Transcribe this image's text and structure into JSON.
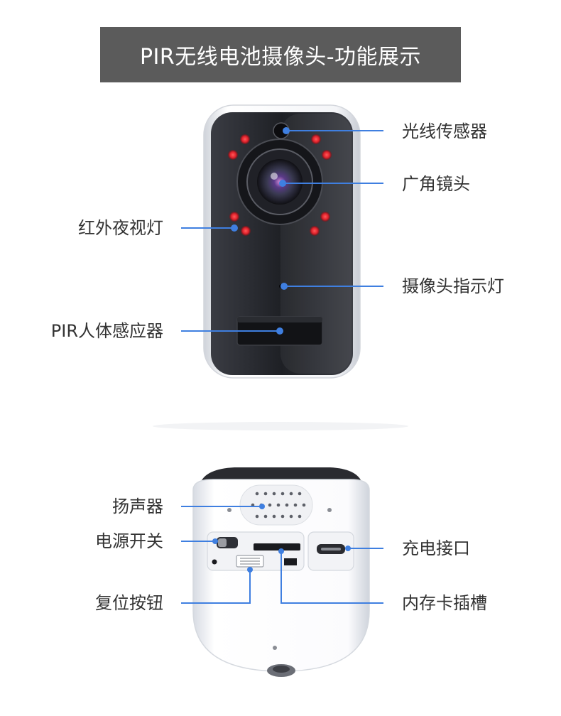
{
  "title": "PIR无线电池摄像头-功能展示",
  "colors": {
    "title_bg": "#5b5b5b",
    "leader_line": "#3f7fe0",
    "ir_led": "#e0202a",
    "camera_face": "#2b2d33",
    "label_text": "#333333"
  },
  "front_labels": {
    "light_sensor": "光线传感器",
    "wide_lens": "广角镜头",
    "ir_night_light": "红外夜视灯",
    "indicator_light": "摄像头指示灯",
    "pir_sensor": "PIR人体感应器"
  },
  "back_labels": {
    "speaker": "扬声器",
    "power_switch": "电源开关",
    "charge_port": "充电接口",
    "reset_button": "复位按钮",
    "sd_slot": "内存卡插槽"
  }
}
